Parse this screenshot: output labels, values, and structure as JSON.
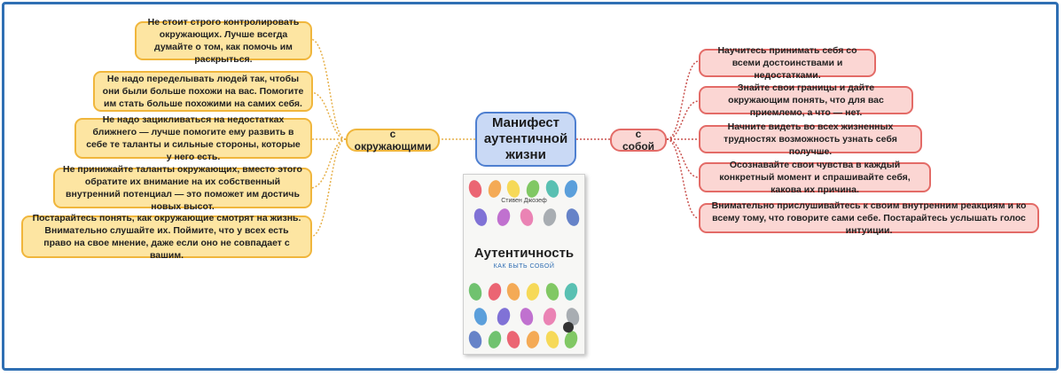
{
  "center": {
    "title": "Манифест аутентичной жизни"
  },
  "book": {
    "author": "Стивен Джозеф",
    "title": "Аутентичность",
    "subtitle": "КАК БЫТЬ СОБОЙ",
    "colors": [
      "#e94b5c",
      "#f39c3a",
      "#f6d33c",
      "#6cc04a",
      "#3db6a6",
      "#3f8fd6",
      "#6b5bd0",
      "#b659c8",
      "#e86fa8",
      "#9aa0a6",
      "#4c6fbf",
      "#58b957"
    ]
  },
  "left": {
    "branch": "с окружающими",
    "items": [
      "Не стоит строго контролировать окружающих. Лучше всегда думайте о том, как помочь им раскрыться.",
      "Не надо переделывать людей так, чтобы они были больше похожи на вас. Помогите им стать больше похожими на самих себя.",
      "Не надо зацикливаться на недостатках ближнего — лучше помогите ему развить в себе те таланты и сильные стороны, которые у него есть.",
      "Не принижайте таланты окружающих, вместо этого обратите их внимание на их собственный внутренний потенциал — это поможет им достичь новых высот.",
      "Постарайтесь понять, как окружающие смотрят на жизнь. Внимательно слушайте их. Поймите, что у всех есть право на свое мнение, даже если оно не совпадает с вашим."
    ]
  },
  "right": {
    "branch": "с собой",
    "items": [
      "Научитесь принимать себя со всеми достоинствами и недостатками.",
      "Знайте свои границы и дайте окружающим понять, что для вас приемлемо, а что — нет.",
      "Начните видеть во всех жизненных трудностях возможность узнать себя получше.",
      "Осознавайте свои чувства в каждый конкретный момент и спрашивайте себя, какова их причина.",
      "Внимательно прислушивайтесь к своим внутренним реакциям и ко всему тому, что говорите сами себе. Постарайтесь услышать голос интуиции."
    ]
  }
}
